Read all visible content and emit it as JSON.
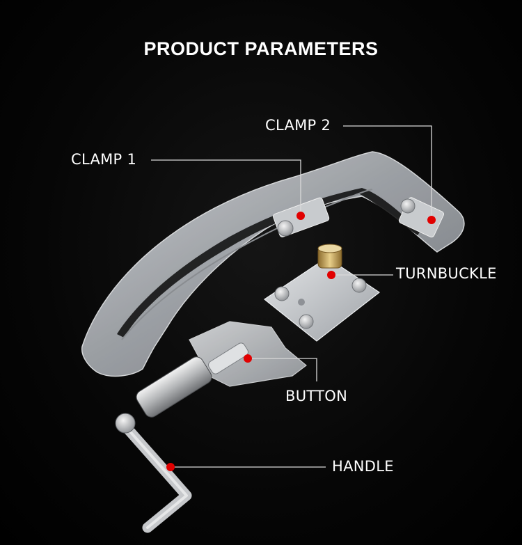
{
  "title": "PRODUCT PARAMETERS",
  "callouts": {
    "clamp1": "CLAMP 1",
    "clamp2": "CLAMP 2",
    "turnbuckle": "TURNBUCKLE",
    "button": "BUTTON",
    "handle": "HANDLE"
  },
  "colors": {
    "background": "#000000",
    "text": "#ffffff",
    "marker": "#e10000",
    "leader_line": "#d9d9d9",
    "metal": "#b9bcc0",
    "brass": "#c9a75a"
  }
}
